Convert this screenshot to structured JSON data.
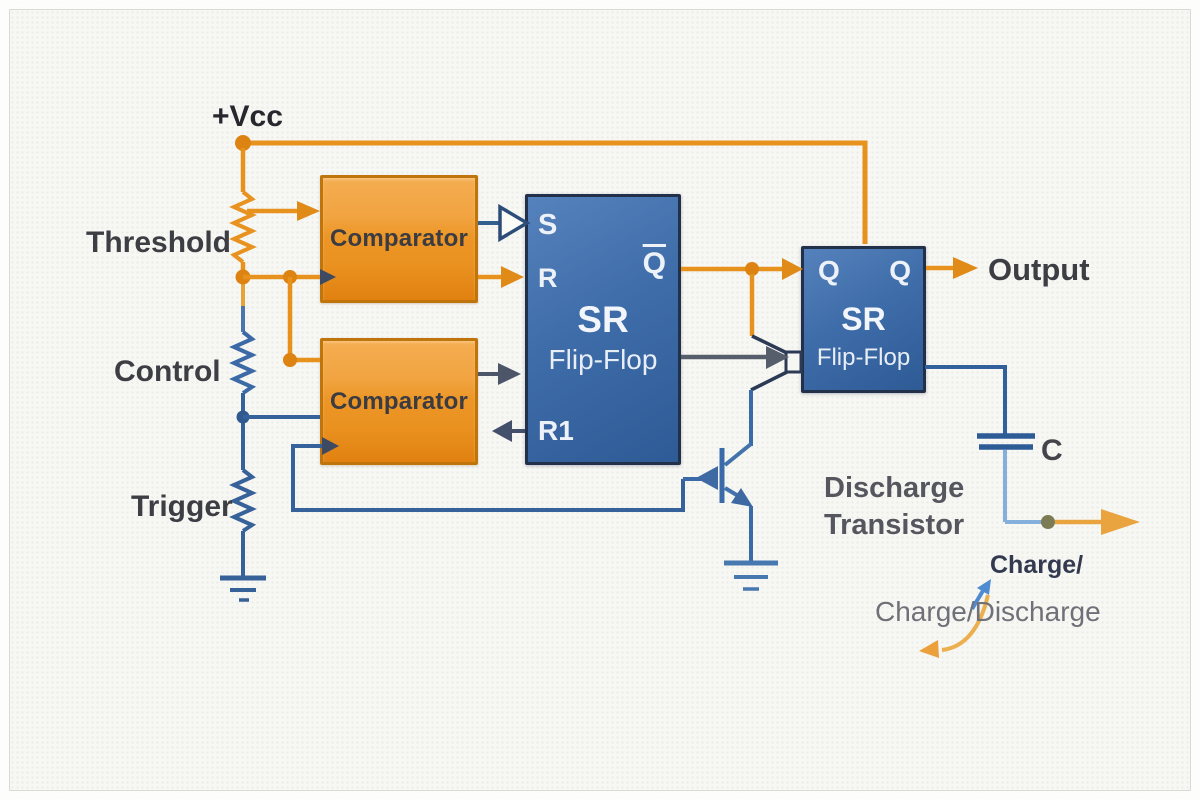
{
  "diagram": {
    "pins": {
      "vcc": "+Vcc",
      "threshold": "Threshold",
      "control": "Control",
      "trigger": "Trigger",
      "output": "Output"
    },
    "annotations": {
      "capacitor": "C",
      "discharge_line1": "Discharge",
      "discharge_line2": "Transistor",
      "charge_title": "Charge/",
      "charge_discharge": "Charge/Discharge"
    },
    "blocks": {
      "comparator_top": {
        "label": "Comparator"
      },
      "comparator_bottom": {
        "label": "Comparator"
      },
      "flip_flop_main": {
        "pin_s": "S",
        "pin_r": "R",
        "pin_q_bar": "Q",
        "title": "SR",
        "subtitle": "Flip-Flop",
        "pin_r1": "R1"
      },
      "flip_flop_out": {
        "pin_q_left": "Q",
        "pin_q_right": "Q",
        "title": "SR",
        "subtitle": "Flip-Flop"
      }
    },
    "colors": {
      "wire_orange": "#E8921E",
      "wire_blue": "#35629B",
      "wire_light_blue": "#85B0DC",
      "arrow_gray": "#565E6B",
      "block_orange": "#EC9627",
      "block_orange_border": "#C0750C",
      "block_blue": "#3F6DA9",
      "block_blue_border": "#233049",
      "text_dark": "#3D3D44",
      "text_gray": "#707078"
    }
  }
}
